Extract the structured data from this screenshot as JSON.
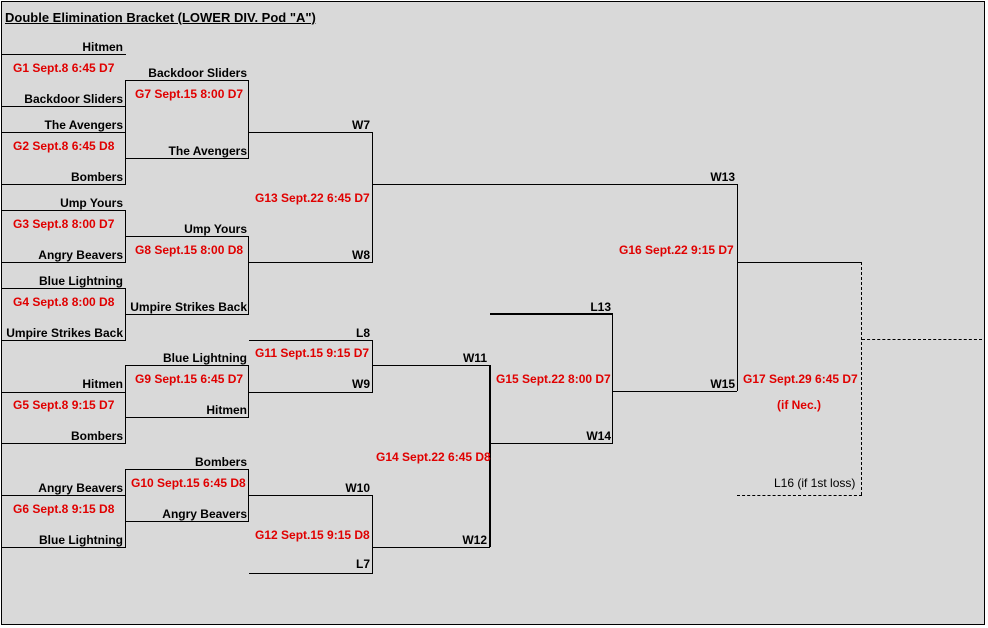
{
  "title": "Double Elimination Bracket (LOWER DIV. Pod \"A\")",
  "games": {
    "g1": "G1 Sept.8 6:45 D7",
    "g2": "G2 Sept.8 6:45 D8",
    "g3": "G3 Sept.8 8:00 D7",
    "g4": "G4 Sept.8 8:00 D8",
    "g5": "G5 Sept.8 9:15 D7",
    "g6": "G6 Sept.8 9:15 D8",
    "g7": "G7 Sept.15 8:00 D7",
    "g8": "G8 Sept.15 8:00 D8",
    "g9": "G9 Sept.15 6:45 D7",
    "g10": "G10 Sept.15 6:45 D8",
    "g11": "G11 Sept.15 9:15 D7",
    "g12": "G12 Sept.15 9:15 D8",
    "g13": "G13 Sept.22 6:45 D7",
    "g14": "G14 Sept.22 6:45 D8",
    "g15": "G15 Sept.22 8:00 D7",
    "g16": "G16 Sept.22 9:15 D7",
    "g17": "G17 Sept.29 6:45 D7",
    "g17_note": "(if Nec.)"
  },
  "teams": {
    "r1": [
      "Hitmen",
      "Backdoor Sliders",
      "The Avengers",
      "Bombers",
      "Ump Yours",
      "Angry Beavers",
      "Blue Lightning",
      "Umpire Strikes Back",
      "Hitmen",
      "Bombers",
      "Angry Beavers",
      "Blue Lightning"
    ],
    "g7_top": "Backdoor Sliders",
    "g7_bottom": "The Avengers",
    "g8_top": "Ump Yours",
    "g8_bottom": "Umpire Strikes Back",
    "g9_top": "Blue Lightning",
    "g9_bottom": "Hitmen",
    "g10_top": "Bombers",
    "g10_bottom": "Angry Beavers"
  },
  "slots": {
    "w7": "W7",
    "w8": "W8",
    "l8": "L8",
    "w9": "W9",
    "w10": "W10",
    "l7": "L7",
    "w11": "W11",
    "w12": "W12",
    "l13": "L13",
    "w14": "W14",
    "w13": "W13",
    "w15": "W15",
    "l16": "L16 (if 1st loss)"
  }
}
